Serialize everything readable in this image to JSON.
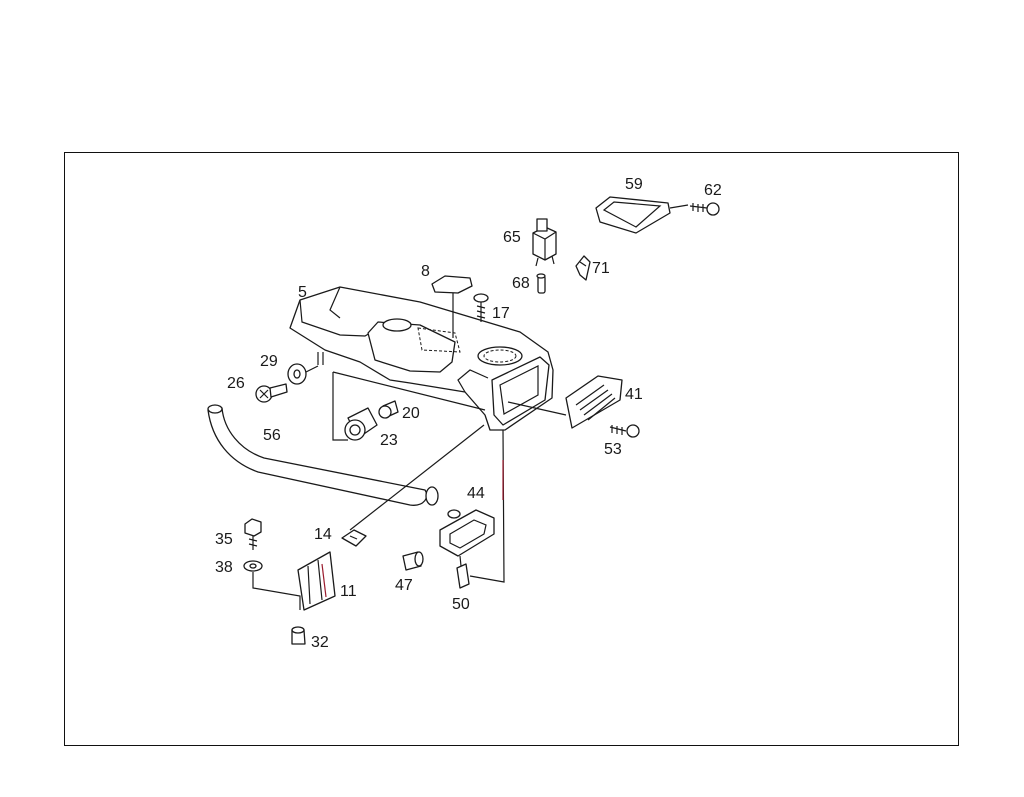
{
  "diagram": {
    "callouts": [
      {
        "id": "5",
        "text": "5"
      },
      {
        "id": "8",
        "text": "8"
      },
      {
        "id": "11",
        "text": "11"
      },
      {
        "id": "14",
        "text": "14"
      },
      {
        "id": "17",
        "text": "17"
      },
      {
        "id": "20",
        "text": "20"
      },
      {
        "id": "23",
        "text": "23"
      },
      {
        "id": "26",
        "text": "26"
      },
      {
        "id": "29",
        "text": "29"
      },
      {
        "id": "32",
        "text": "32"
      },
      {
        "id": "35",
        "text": "35"
      },
      {
        "id": "38",
        "text": "38"
      },
      {
        "id": "41",
        "text": "41"
      },
      {
        "id": "44",
        "text": "44"
      },
      {
        "id": "47",
        "text": "47"
      },
      {
        "id": "50",
        "text": "50"
      },
      {
        "id": "53",
        "text": "53"
      },
      {
        "id": "56",
        "text": "56"
      },
      {
        "id": "59",
        "text": "59"
      },
      {
        "id": "62",
        "text": "62"
      },
      {
        "id": "65",
        "text": "65"
      },
      {
        "id": "68",
        "text": "68"
      },
      {
        "id": "71",
        "text": "71"
      }
    ]
  }
}
